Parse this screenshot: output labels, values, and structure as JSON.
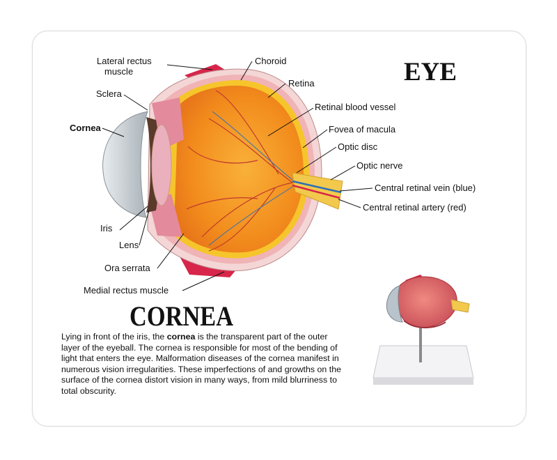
{
  "title": "EYE",
  "section_heading": "CORNEA",
  "description": {
    "before": "Lying in front of the iris, the ",
    "bold": "cornea",
    "after": " is the transparent part of the outer layer of the eyeball.  The cornea is responsible for most of the bending of light that enters the eye. Malformation diseases of the cornea manifest in numerous vision irregularities.  These imperfections of and growths on the surface of the cornea distort vision in many ways, from mild blurriness to total obscurity."
  },
  "labels": {
    "lateral_rectus_line1": "Lateral rectus",
    "lateral_rectus_line2": "muscle",
    "choroid": "Choroid",
    "retina": "Retina",
    "sclera": "Sclera",
    "retinal_blood_vessel": "Retinal blood vessel",
    "cornea": "Cornea",
    "fovea": "Fovea of macula",
    "optic_disc": "Optic disc",
    "optic_nerve": "Optic nerve",
    "central_retinal_vein": "Central retinal vein (blue)",
    "central_retinal_artery": "Central retinal artery (red)",
    "iris": "Iris",
    "lens": "Lens",
    "ora_serrata": "Ora serrata",
    "medial_rectus": "Medial rectus muscle"
  },
  "colors": {
    "sclera": "#f4d8d8",
    "retina": "#f7a21b",
    "vitreous": "#f08a1a",
    "muscle": "#d8254a",
    "vessel": "#c0392b",
    "nerve": "#f2c94c"
  }
}
